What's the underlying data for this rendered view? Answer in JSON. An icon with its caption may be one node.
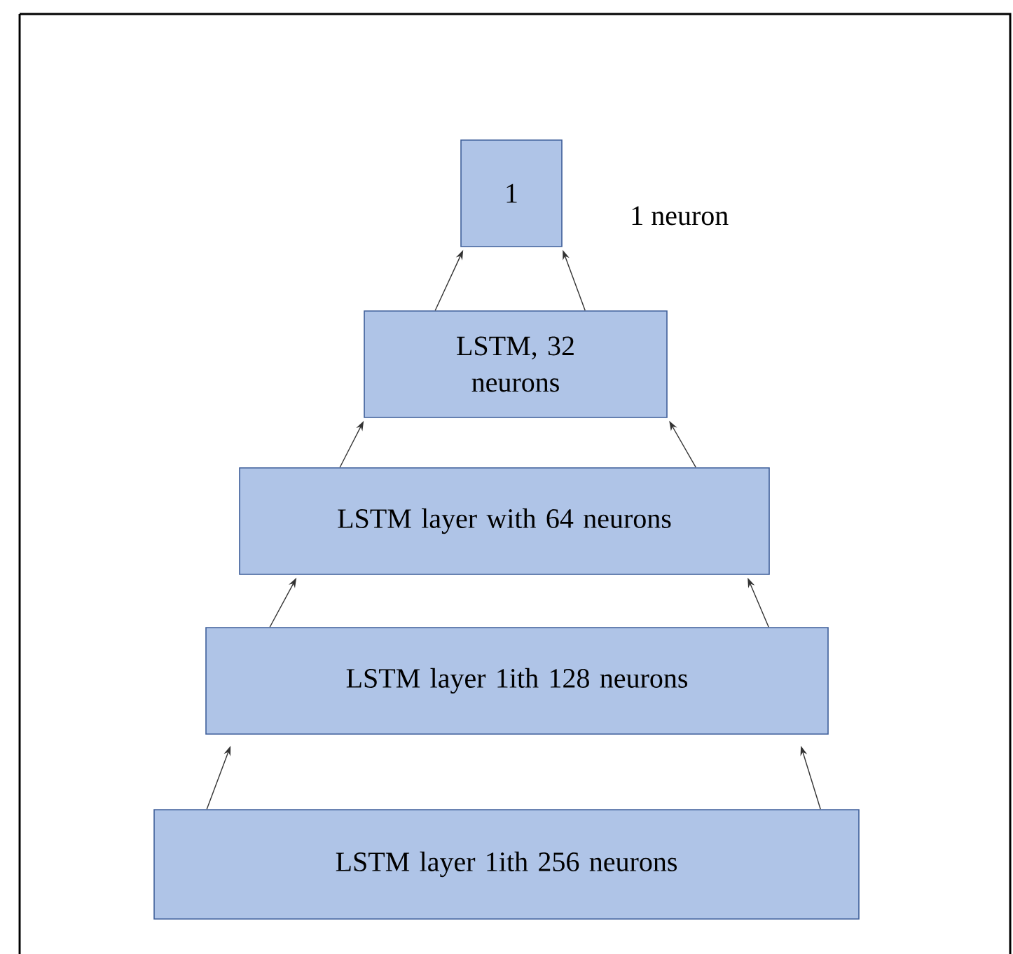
{
  "diagram": {
    "nodes": [
      {
        "text": [
          "1"
        ],
        "beside": [
          "1 neuron"
        ]
      },
      {
        "text": [
          "LSTM, 32 neurons"
        ]
      },
      {
        "text": [
          "LSTM layer with 64 neurons"
        ]
      },
      {
        "text": [
          "LSTM layer 1ith 128 neurons"
        ]
      },
      {
        "text": [
          "LSTM layer 1ith 256 neurons"
        ]
      }
    ],
    "edges": [
      {
        "from": 1,
        "to": 0,
        "arrow": "to"
      },
      {
        "from": 1,
        "to": 0,
        "arrow": "to"
      },
      {
        "from": 2,
        "to": 1,
        "arrow": "to"
      },
      {
        "from": 2,
        "to": 1,
        "arrow": "to"
      },
      {
        "from": 3,
        "to": 2,
        "arrow": "to"
      },
      {
        "from": 3,
        "to": 2,
        "arrow": "to"
      },
      {
        "from": 4,
        "to": 3,
        "arrow": "to"
      },
      {
        "from": 4,
        "to": 3,
        "arrow": "to"
      }
    ]
  }
}
